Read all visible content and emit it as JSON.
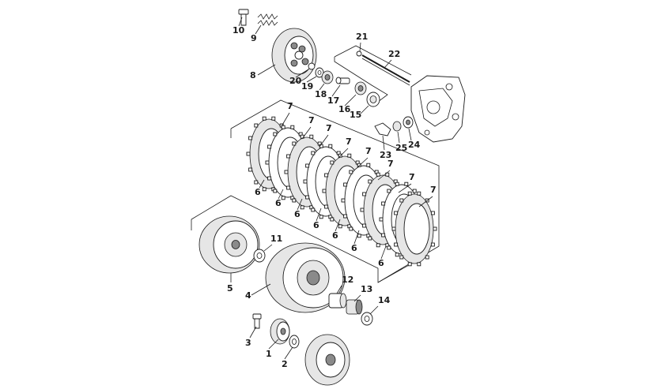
{
  "diagram": {
    "callouts": [
      {
        "id": "c1",
        "label": "1"
      },
      {
        "id": "c2",
        "label": "2"
      },
      {
        "id": "c3",
        "label": "3"
      },
      {
        "id": "c4",
        "label": "4"
      },
      {
        "id": "c5",
        "label": "5"
      },
      {
        "id": "c6a",
        "label": "6"
      },
      {
        "id": "c6b",
        "label": "6"
      },
      {
        "id": "c6c",
        "label": "6"
      },
      {
        "id": "c6d",
        "label": "6"
      },
      {
        "id": "c6e",
        "label": "6"
      },
      {
        "id": "c6f",
        "label": "6"
      },
      {
        "id": "c6g",
        "label": "6"
      },
      {
        "id": "c7a",
        "label": "7"
      },
      {
        "id": "c7b",
        "label": "7"
      },
      {
        "id": "c7c",
        "label": "7"
      },
      {
        "id": "c7d",
        "label": "7"
      },
      {
        "id": "c7e",
        "label": "7"
      },
      {
        "id": "c7f",
        "label": "7"
      },
      {
        "id": "c7g",
        "label": "7"
      },
      {
        "id": "c7h",
        "label": "7"
      },
      {
        "id": "c8",
        "label": "8"
      },
      {
        "id": "c9",
        "label": "9"
      },
      {
        "id": "c10",
        "label": "10"
      },
      {
        "id": "c11",
        "label": "11"
      },
      {
        "id": "c12",
        "label": "12"
      },
      {
        "id": "c13",
        "label": "13"
      },
      {
        "id": "c14",
        "label": "14"
      },
      {
        "id": "c15",
        "label": "15"
      },
      {
        "id": "c16",
        "label": "16"
      },
      {
        "id": "c17",
        "label": "17"
      },
      {
        "id": "c18",
        "label": "18"
      },
      {
        "id": "c19",
        "label": "19"
      },
      {
        "id": "c20",
        "label": "20"
      },
      {
        "id": "c21",
        "label": "21"
      },
      {
        "id": "c22",
        "label": "22"
      },
      {
        "id": "c23",
        "label": "23"
      },
      {
        "id": "c24",
        "label": "24"
      },
      {
        "id": "c25",
        "label": "25"
      }
    ]
  }
}
